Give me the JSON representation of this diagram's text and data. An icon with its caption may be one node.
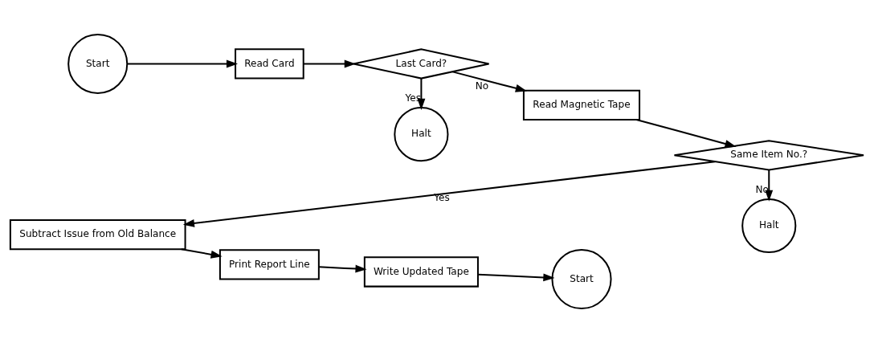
{
  "diagram": {
    "nodes": [
      {
        "text": [
          "Start"
        ]
      },
      {
        "text": [
          "Read Card"
        ]
      },
      {
        "text": [
          "Last Card?"
        ]
      },
      {
        "text": [
          "Halt"
        ]
      },
      {
        "text": [
          "Read Magnetic Tape"
        ]
      },
      {
        "text": [
          "Same Item No.?"
        ]
      },
      {
        "text": [
          "Halt"
        ]
      },
      {
        "text": [
          "Subtract Issue from Old Balance"
        ]
      },
      {
        "text": [
          "Print Report Line"
        ]
      },
      {
        "text": [
          "Write Updated Tape"
        ]
      },
      {
        "text": [
          "Start"
        ]
      }
    ],
    "edges": [
      {
        "from": 0,
        "to": 1,
        "arrow": "to"
      },
      {
        "from": 1,
        "to": 2,
        "arrow": "to"
      },
      {
        "from": 2,
        "to": 4,
        "arrow": "to",
        "label": "No"
      },
      {
        "from": 2,
        "to": 3,
        "arrow": "to",
        "label": "Yes"
      },
      {
        "from": 4,
        "to": 5,
        "arrow": "to"
      },
      {
        "from": 5,
        "to": 6,
        "arrow": "to",
        "label": "No"
      },
      {
        "from": 5,
        "to": 7,
        "arrow": "to",
        "label": "Yes"
      },
      {
        "from": 7,
        "to": 8,
        "arrow": "to"
      },
      {
        "from": 8,
        "to": 9,
        "arrow": "to"
      },
      {
        "from": 9,
        "to": 10,
        "arrow": "to"
      }
    ]
  }
}
